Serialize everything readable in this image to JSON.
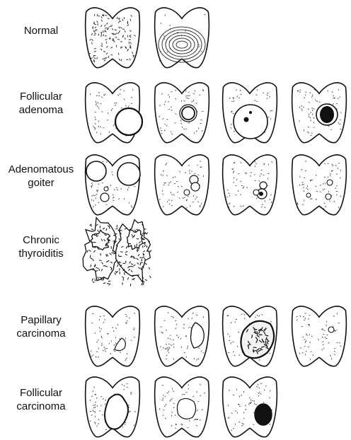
{
  "rows": [
    {
      "label_lines": [
        "Normal"
      ],
      "lesions": [
        "none",
        "concentric-lines"
      ]
    },
    {
      "label_lines": [
        "Follicular",
        "adenoma"
      ],
      "lesions": [
        "round-nodule",
        "small-capsule-nodule",
        "large-bulging-nodule",
        "dark-core-nodule"
      ]
    },
    {
      "label_lines": [
        "Adenomatous",
        "goiter"
      ],
      "lesions": [
        "two-large-nodules",
        "cluster-nodules",
        "cluster-nodules-dark",
        "scattered-small"
      ]
    },
    {
      "label_lines": [
        "Chronic",
        "thyroiditis"
      ],
      "lesions": [
        "diffuse-lobulated"
      ]
    },
    {
      "label_lines": [
        "Papillary",
        "carcinoma"
      ],
      "lesions": [
        "irregular-outline",
        "right-irregular",
        "invasive-mass",
        "small-right"
      ]
    },
    {
      "label_lines": [
        "Follicular",
        "carcinoma"
      ],
      "lesions": [
        "large-lobulated-left",
        "irregular-central",
        "dark-invasive-right"
      ]
    }
  ]
}
